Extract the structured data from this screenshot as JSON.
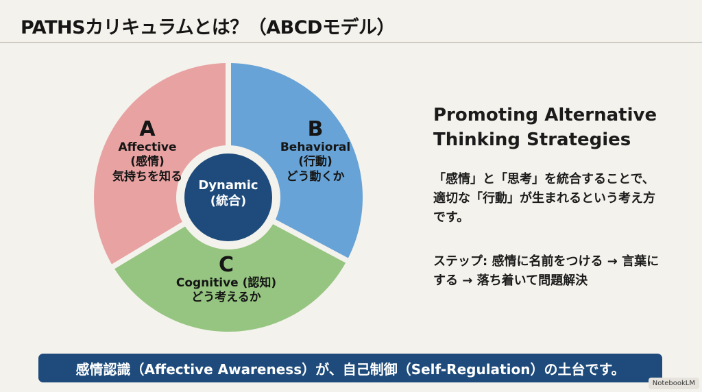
{
  "title": "PATHSカリキュラムとは？（ABCDモデル）",
  "diagram": {
    "center": {
      "label": "Dynamic",
      "sub": "(統合)",
      "color": "#1e4b7b"
    },
    "segments": [
      {
        "letter": "A",
        "name": "Affective",
        "jp": "(感情)",
        "desc": "気持ちを知る",
        "color": "#e8a2a2"
      },
      {
        "letter": "B",
        "name": "Behavioral",
        "jp": "(行動)",
        "desc": "どう動くか",
        "color": "#67a3d6"
      },
      {
        "letter": "C",
        "name": "Cognitive (認知)",
        "desc": "どう考えるか",
        "color": "#95c580"
      }
    ]
  },
  "side": {
    "heading_line1": "Promoting Alternative",
    "heading_line2": "Thinking Strategies",
    "para1": "「感情」と「思考」を統合することで、適切な「行動」が生まれるという考え方です。",
    "para2": "ステップ: 感情に名前をつける → 言葉にする → 落ち着いて問題解決"
  },
  "banner": "感情認識（Affective Awareness）が、自己制御（Self-Regulation）の土台です。",
  "badge": "NotebookLM"
}
